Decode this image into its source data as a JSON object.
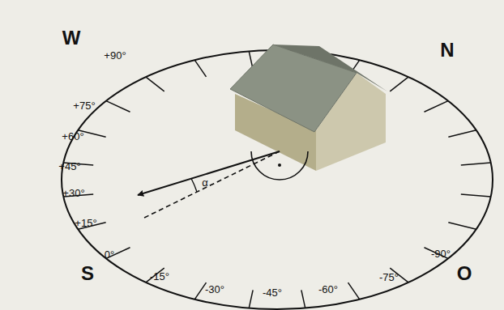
{
  "diagram": {
    "labels": [
      "W",
      "+90°",
      "N",
      "+75°",
      "+60°",
      "+45°",
      "+30°",
      "+15°",
      "0°",
      "S",
      "-15°",
      "-30°",
      "-45°",
      "-60°",
      "-75°",
      "-90°",
      "O",
      "α"
    ]
  }
}
